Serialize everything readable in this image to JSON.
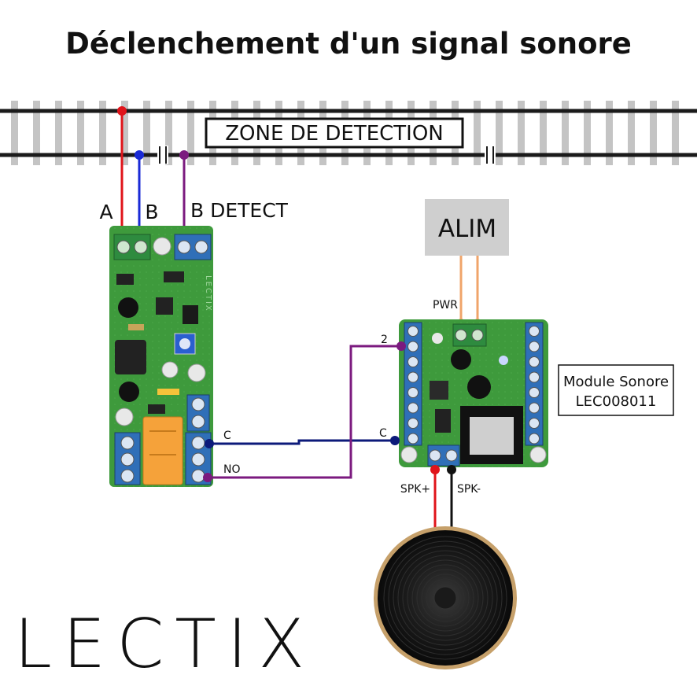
{
  "title": "Déclenchement d'un signal sonore",
  "track": {
    "zone_label": "ZONE DE DETECTION"
  },
  "detector": {
    "terminal_a_label": "A",
    "terminal_b_label": "B",
    "terminal_detect_label": "B DETECT",
    "out_c_label": "C",
    "out_no_label": "NO",
    "board_text": "LECTIX"
  },
  "power": {
    "label": "ALIM",
    "pwr_label": "PWR"
  },
  "sound_module": {
    "input_2_label": "2",
    "input_c_label": "C",
    "name_line1": "Module Sonore",
    "name_line2": "LEC008011",
    "spk_plus_label": "SPK+",
    "spk_minus_label": "SPK-"
  },
  "logo": {
    "text": "LECTIX"
  },
  "colors": {
    "red": "#e0141a",
    "blue": "#1a2ad6",
    "purple": "#7b1a7f",
    "navy": "#0c1a7a",
    "orange": "#f0a46a",
    "black": "#111111",
    "pcb_green": "#3e9a3c",
    "terminal_blue": "#2f6fb8",
    "terminal_green": "#2e8b3f",
    "relay_orange": "#f5a23a",
    "alim_gray": "#cfcfcf"
  }
}
